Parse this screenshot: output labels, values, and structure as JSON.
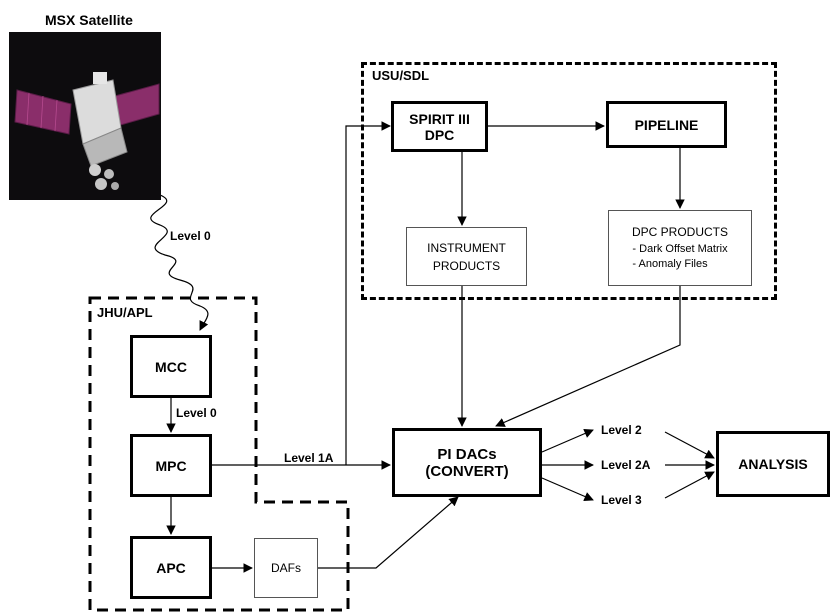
{
  "satellite": {
    "title": "MSX Satellite"
  },
  "regions": {
    "usu": {
      "label": "USU/SDL"
    },
    "jhu": {
      "label": "JHU/APL"
    }
  },
  "boxes": {
    "spirit": "SPIRIT III DPC",
    "pipeline": "PIPELINE",
    "instrument_products": [
      "INSTRUMENT",
      "PRODUCTS"
    ],
    "dpc_products": {
      "title": "DPC PRODUCTS",
      "items": [
        "- Dark Offset Matrix",
        "- Anomaly Files"
      ]
    },
    "mcc": "MCC",
    "mpc": "MPC",
    "apc": "APC",
    "dafs": "DAFs",
    "pi_dacs": [
      "PI DACs",
      "(CONVERT)"
    ],
    "analysis": "ANALYSIS"
  },
  "edge_labels": {
    "sat_to_mcc": "Level 0",
    "mcc_to_mpc": "Level 0",
    "mpc_to_pidacs": "Level 1A",
    "out_1": "Level 2",
    "out_2": "Level 2A",
    "out_3": "Level 3"
  },
  "colors": {
    "ink": "#000000",
    "thin_border": "#555555",
    "space": "#0d0c0e",
    "panel": "#8a2e6a"
  }
}
